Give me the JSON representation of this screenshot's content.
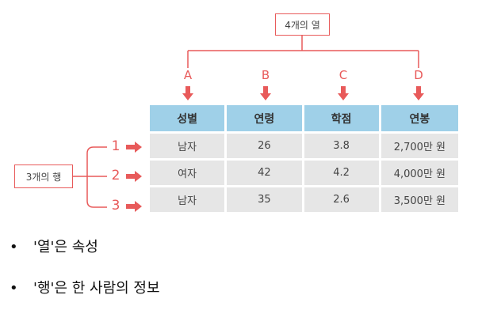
{
  "column_group_label": "4개의 열",
  "row_group_label": "3개의 행",
  "column_letters": [
    "A",
    "B",
    "C",
    "D"
  ],
  "row_numbers": [
    "1",
    "2",
    "3"
  ],
  "table": {
    "headers": [
      "성별",
      "연령",
      "학점",
      "연봉"
    ],
    "rows": [
      [
        "남자",
        "26",
        "3.8",
        "2,700만 원"
      ],
      [
        "여자",
        "42",
        "4.2",
        "4,000만 원"
      ],
      [
        "남자",
        "35",
        "2.6",
        "3,500만 원"
      ]
    ]
  },
  "bullets": [
    "'열'은 속성",
    "'행'은 한 사람의 정보"
  ],
  "colors": {
    "accent": "#e85a5a",
    "header_bg": "#9fd0e8",
    "cell_bg": "#e6e6e6"
  }
}
